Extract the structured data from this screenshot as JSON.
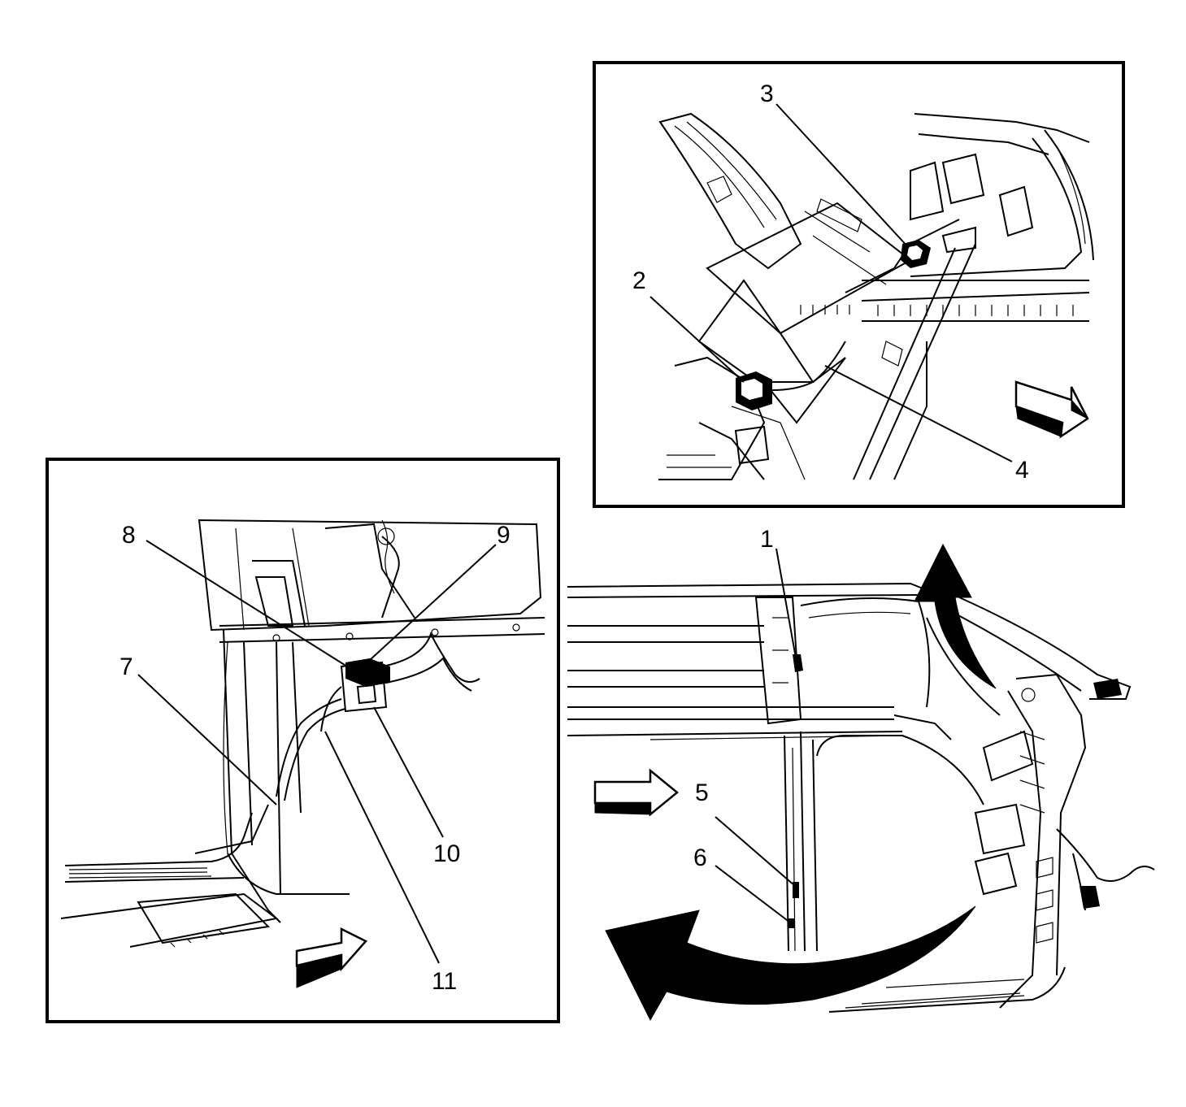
{
  "callouts": {
    "c1": "1",
    "c2": "2",
    "c3": "3",
    "c4": "4",
    "c5": "5",
    "c6": "6",
    "c7": "7",
    "c8": "8",
    "c9": "9",
    "c10": "10",
    "c11": "11"
  },
  "icons": {
    "view_arrows": "white-block-arrow-icon",
    "rotation_arrows": "black-curved-arrow-icon"
  },
  "colors": {
    "ink": "#000000",
    "paper": "#ffffff"
  }
}
